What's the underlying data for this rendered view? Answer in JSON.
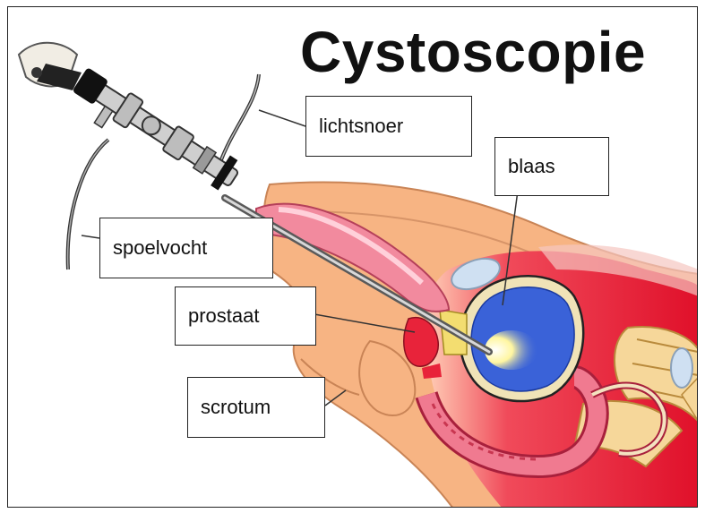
{
  "title": "Cystoscopie",
  "labels": {
    "lichtsnoer": "lichtsnoer",
    "blaas": "blaas",
    "spoelvocht": "spoelvocht",
    "prostaat": "prostaat",
    "scrotum": "scrotum"
  },
  "colors": {
    "skin": "#f7b483",
    "bladder_wall": "#f0e3b7",
    "bladder_fluid": "#3a62d8",
    "rectum": "#e85a74",
    "body_cavity": "#e8233a",
    "bone": "#f6d79a",
    "scope_metal": "#5a5a5a"
  }
}
